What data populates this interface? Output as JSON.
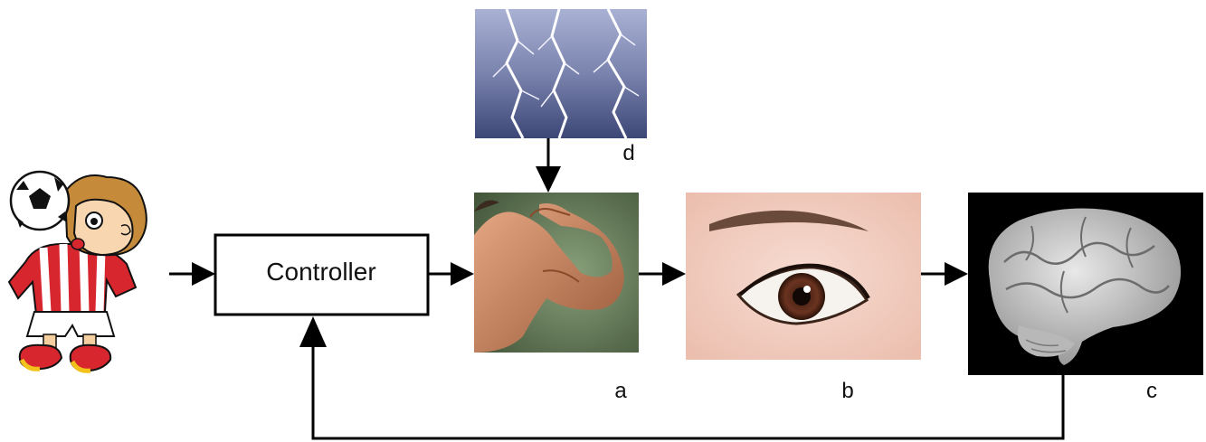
{
  "diagram": {
    "controller_label": "Controller",
    "labels": {
      "a": "a",
      "b": "b",
      "c": "c",
      "d": "d"
    }
  },
  "colors": {
    "line": "#000000",
    "brain_bg": "#000000",
    "muscle_bg": "#5a6a48",
    "eye_skin": "#f1c9bc",
    "lightning_sky": "#6f78a4"
  }
}
